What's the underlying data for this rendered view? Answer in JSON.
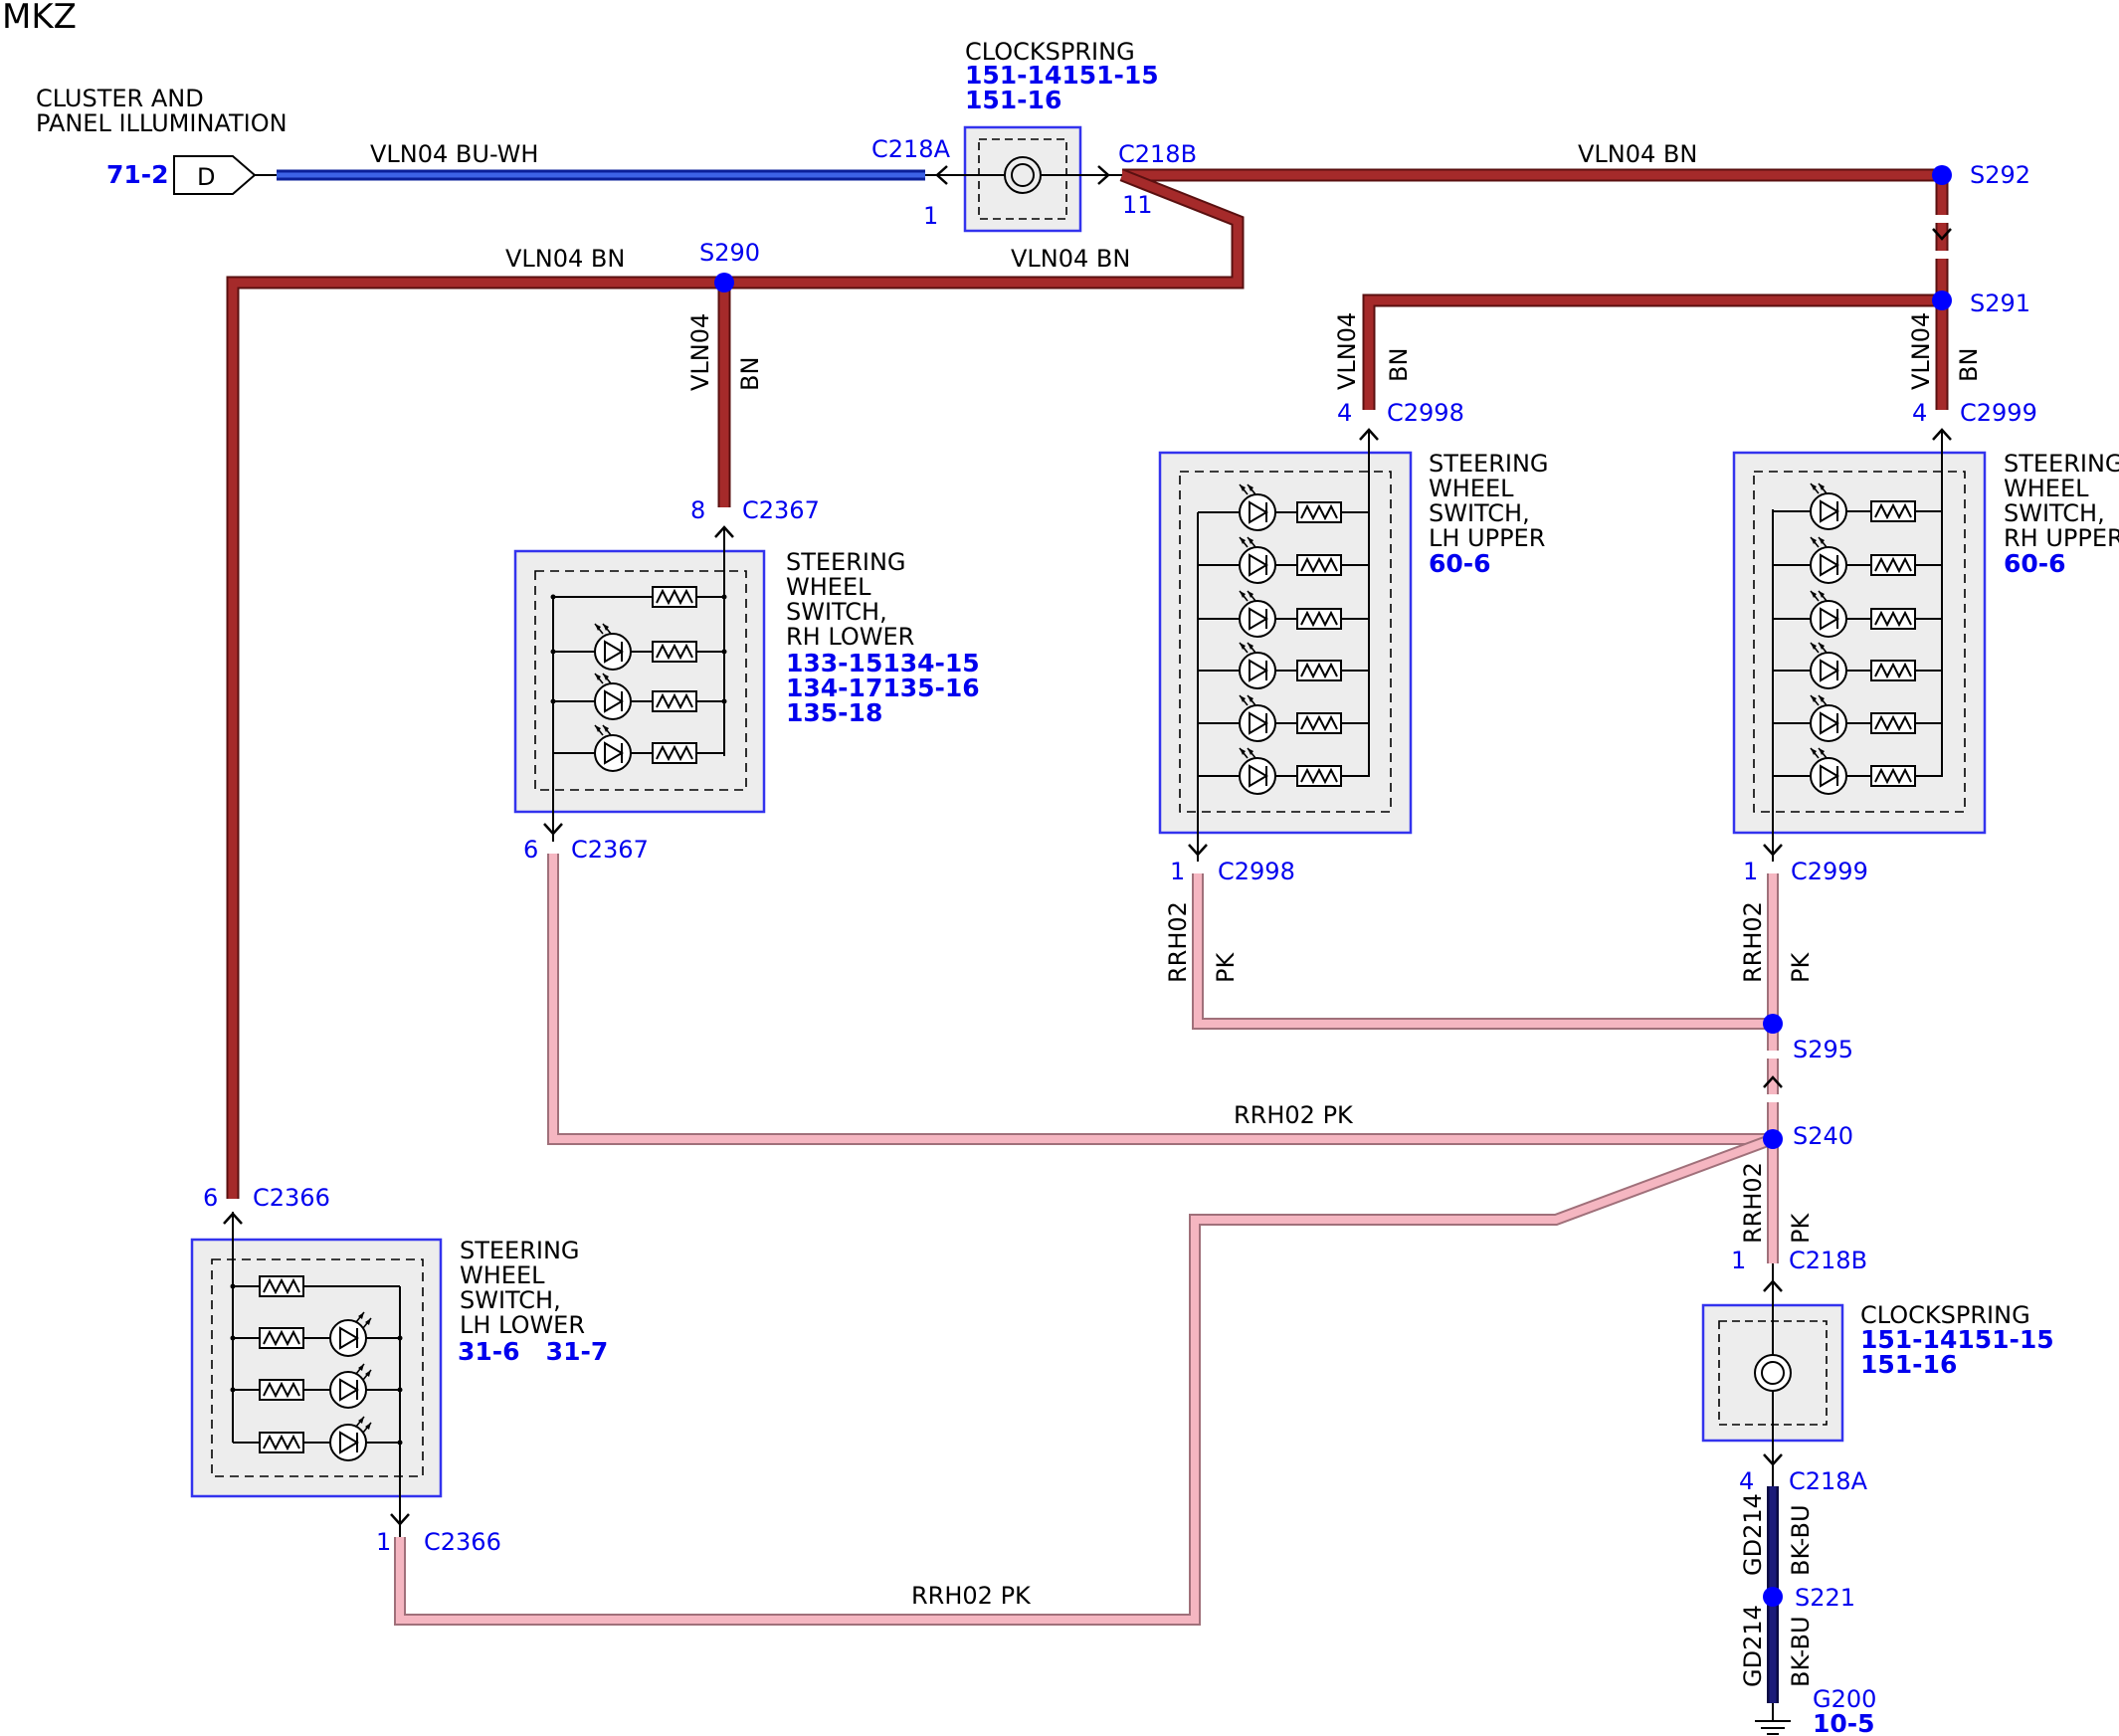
{
  "title": "MKZ",
  "colors": {
    "wire_brown": "#a52a2a",
    "wire_brown_edge": "#5a1010",
    "wire_pink": "#f5b6c1",
    "wire_pink_edge": "#a0707a",
    "wire_blue": "#1a3ccc",
    "wire_black_blue": "#141466",
    "splice": "#0000ff",
    "box_border": "#3333ee",
    "box_fill": "#ededed",
    "text_blue": "#0000ee"
  },
  "source": {
    "title_lines": [
      "CLUSTER AND",
      "PANEL ILLUMINATION"
    ],
    "ref": "71-2",
    "connector_letter": "D"
  },
  "clockspring_top": {
    "title": "CLOCKSPRING",
    "refs": [
      "151-14151-15",
      "151-16"
    ],
    "left_connector": "C218A",
    "left_pin": "1",
    "right_connector": "C218B",
    "right_pin": "11"
  },
  "clockspring_bottom": {
    "title": "CLOCKSPRING",
    "refs": [
      "151-14151-15",
      "151-16"
    ],
    "top_connector": "C218B",
    "top_pin": "1",
    "bottom_connector": "C218A",
    "bottom_pin": "4"
  },
  "wire_labels": {
    "source_wire": "VLN04  BU-WH",
    "top_right": "VLN04   BN",
    "s290_left": "VLN04   BN",
    "s290_right": "VLN04   BN",
    "vln04": "VLN04",
    "bn": "BN",
    "rrh02": "RRH02",
    "pk": "PK",
    "rrh02_pk": "RRH02   PK",
    "gd214": "GD214",
    "bk_bu": "BK-BU"
  },
  "splices": {
    "s290": "S290",
    "s292": "S292",
    "s291": "S291",
    "s295": "S295",
    "s240": "S240",
    "s221": "S221"
  },
  "ground": {
    "name": "G200",
    "ref": "10-5"
  },
  "switch_rh_lower": {
    "title_lines": [
      "STEERING",
      "WHEEL",
      "SWITCH,",
      "RH LOWER"
    ],
    "refs": [
      "133-15134-15",
      "134-17135-16",
      "135-18"
    ],
    "top_pin": "8",
    "top_connector": "C2367",
    "bottom_pin": "6",
    "bottom_connector": "C2367"
  },
  "switch_lh_upper": {
    "title_lines": [
      "STEERING",
      "WHEEL",
      "SWITCH,",
      "LH UPPER"
    ],
    "refs": [
      "60-6"
    ],
    "top_pin": "4",
    "top_connector": "C2998",
    "bottom_pin": "1",
    "bottom_connector": "C2998"
  },
  "switch_rh_upper": {
    "title_lines": [
      "STEERING",
      "WHEEL",
      "SWITCH,",
      "RH UPPER"
    ],
    "refs": [
      "60-6"
    ],
    "top_pin": "4",
    "top_connector": "C2999",
    "bottom_pin": "1",
    "bottom_connector": "C2999"
  },
  "switch_lh_lower": {
    "title_lines": [
      "STEERING",
      "WHEEL",
      "SWITCH,",
      "LH LOWER"
    ],
    "refs": [
      "31-6   31-7"
    ],
    "top_pin": "6",
    "top_connector": "C2366",
    "bottom_pin": "1",
    "bottom_connector": "C2366"
  }
}
